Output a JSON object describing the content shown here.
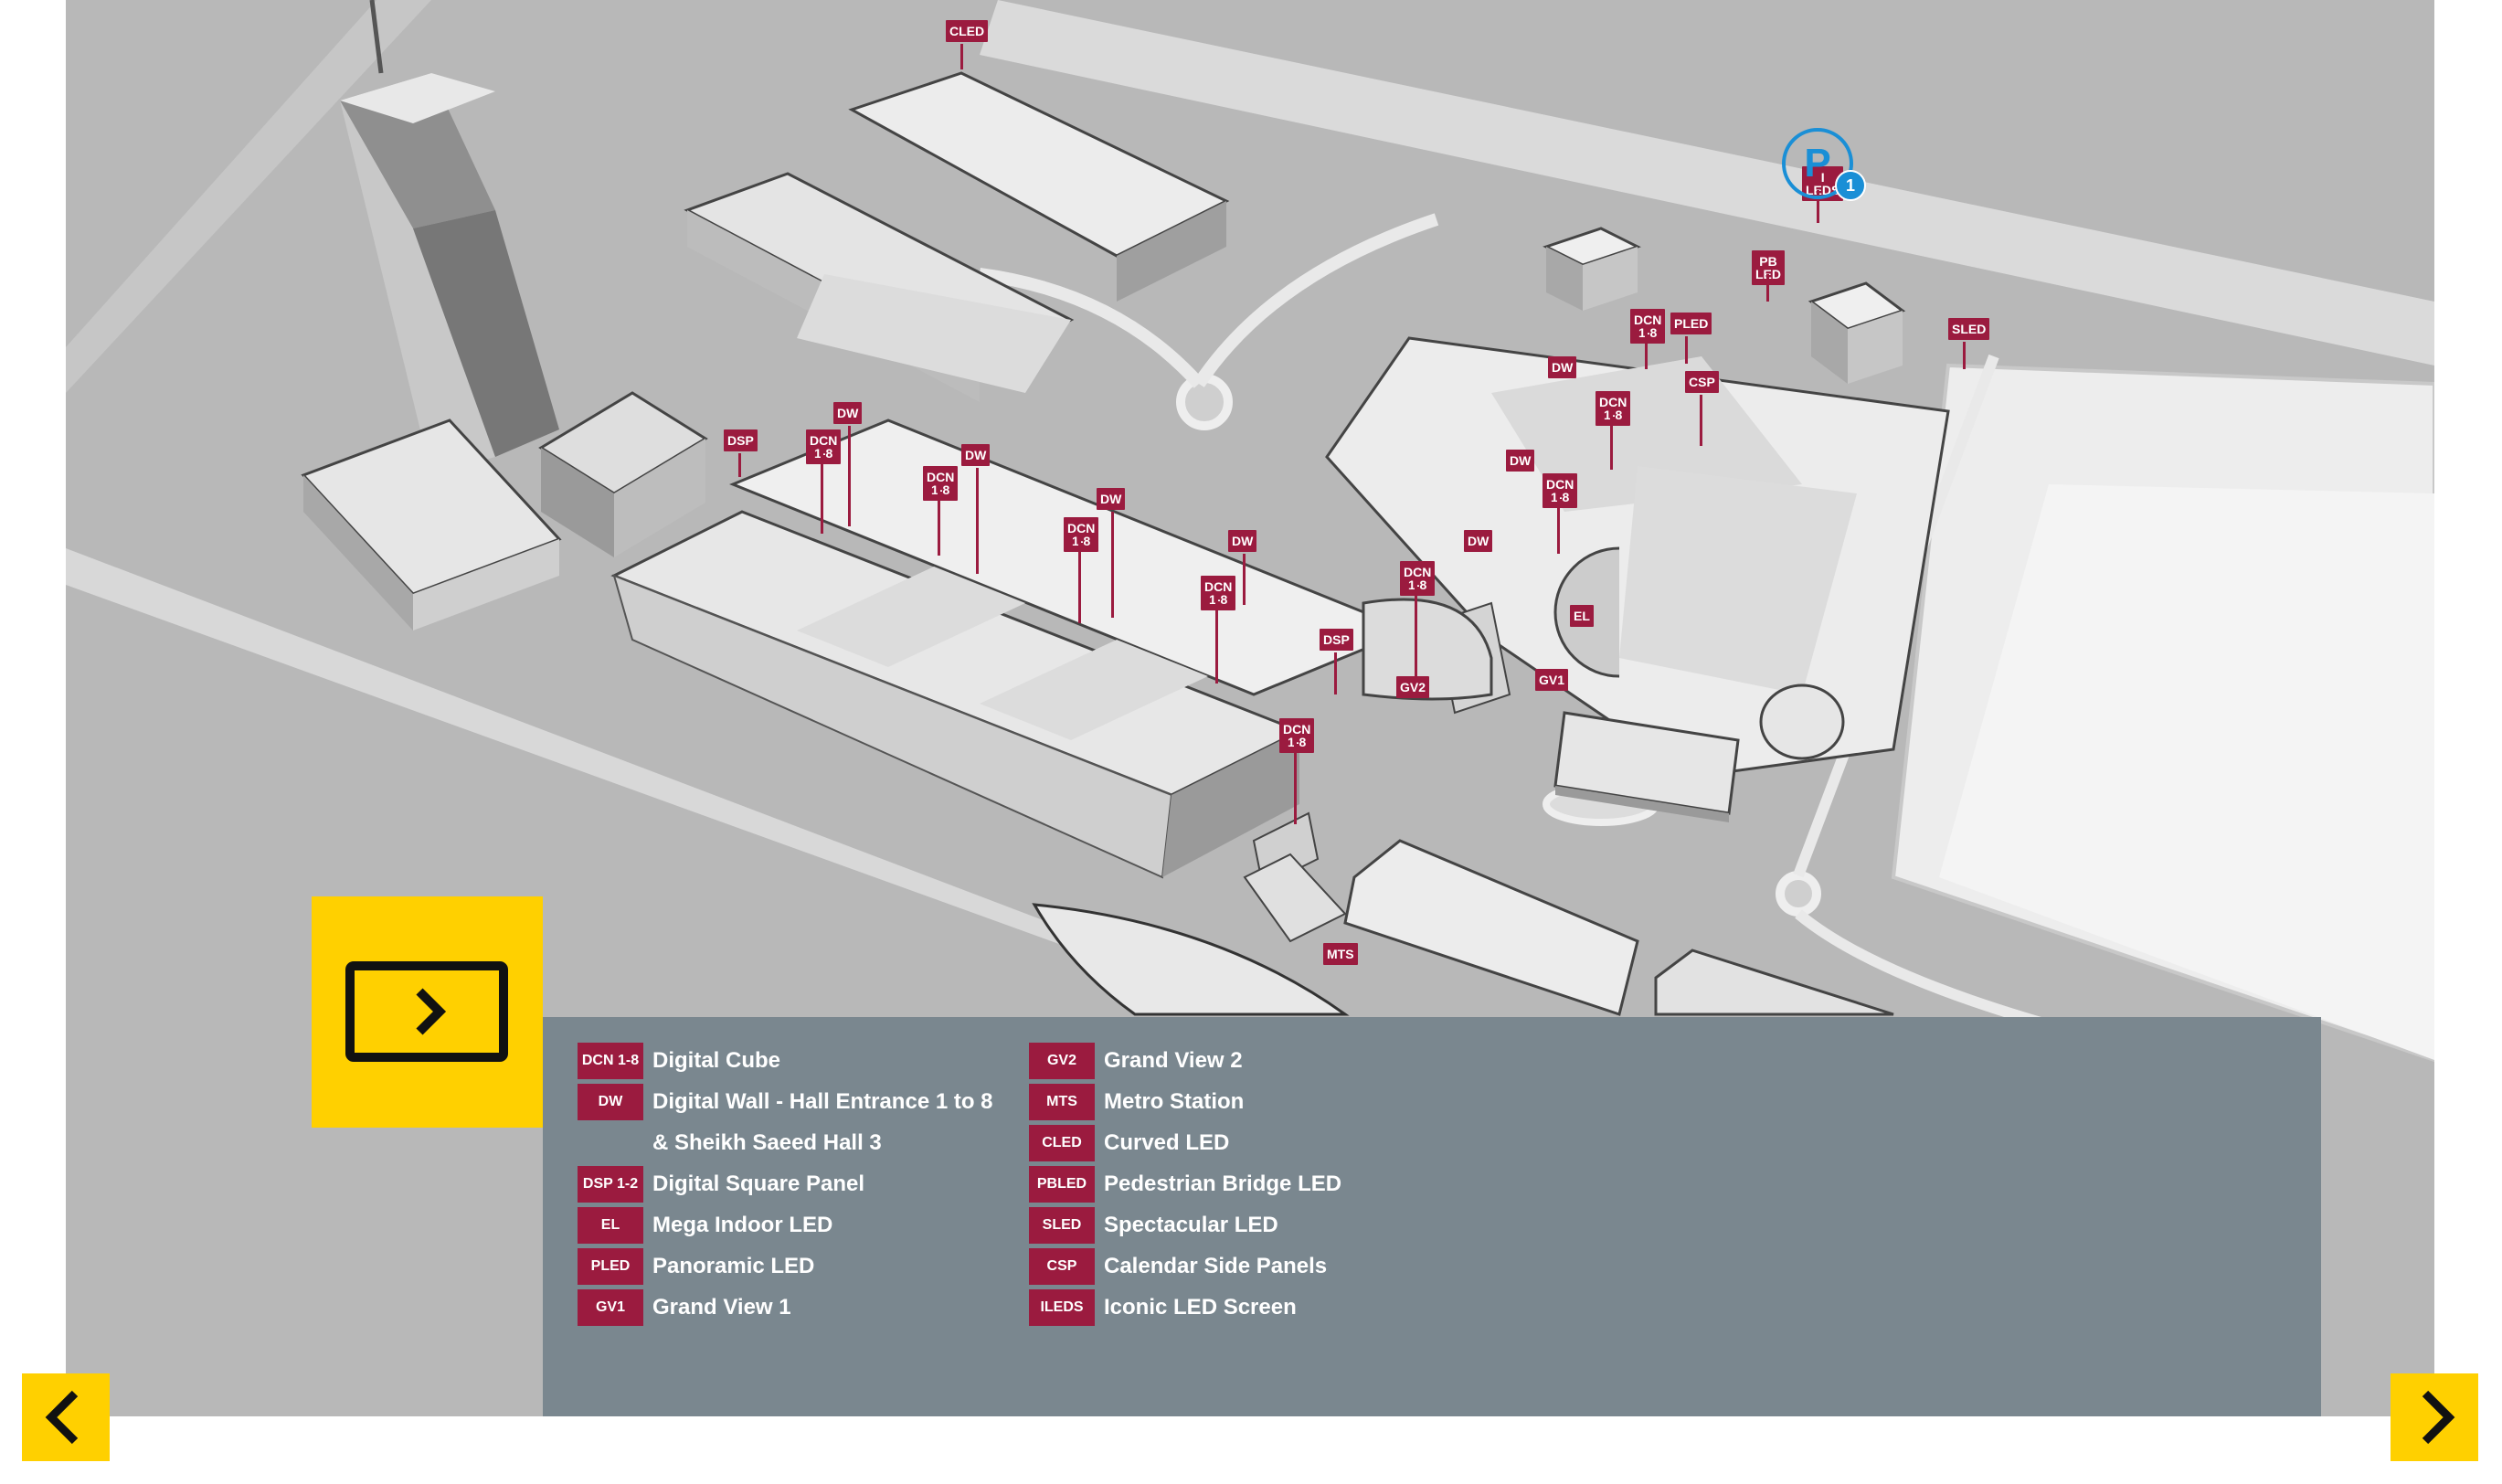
{
  "colors": {
    "marker": "#9b1b3f",
    "accent": "#ffd000",
    "legend_bg": "#7a878f",
    "parking": "#1a8fd6"
  },
  "parking": {
    "symbol": "P",
    "badge": "1",
    "icon": "parking-icon"
  },
  "map_markers": [
    {
      "code": "CLED"
    },
    {
      "code": "I\nLEDS"
    },
    {
      "code": "PB\nLED"
    },
    {
      "code": "SLED"
    },
    {
      "code": "DCN\n1-8"
    },
    {
      "code": "PLED"
    },
    {
      "code": "DW"
    },
    {
      "code": "CSP"
    },
    {
      "code": "DCN\n1-8"
    },
    {
      "code": "DW"
    },
    {
      "code": "DCN\n1-8"
    },
    {
      "code": "DW"
    },
    {
      "code": "DSP"
    },
    {
      "code": "DCN\n1-8"
    },
    {
      "code": "DW"
    },
    {
      "code": "DCN\n1-8"
    },
    {
      "code": "DW"
    },
    {
      "code": "DCN\n1-8"
    },
    {
      "code": "DW"
    },
    {
      "code": "DW"
    },
    {
      "code": "DCN\n1-8"
    },
    {
      "code": "DCN\n1-8"
    },
    {
      "code": "EL"
    },
    {
      "code": "DSP"
    },
    {
      "code": "GV2"
    },
    {
      "code": "GV1"
    },
    {
      "code": "DCN\n1-8"
    },
    {
      "code": "MTS"
    }
  ],
  "legend": {
    "left": [
      {
        "code": "DCN 1-8",
        "label": "Digital Cube"
      },
      {
        "code": "DW",
        "label": "Digital Wall - Hall Entrance 1 to 8"
      },
      {
        "code": "",
        "label": "& Sheikh Saeed Hall 3"
      },
      {
        "code": "DSP 1-2",
        "label": "Digital Square Panel"
      },
      {
        "code": "EL",
        "label": "Mega Indoor LED"
      },
      {
        "code": "PLED",
        "label": "Panoramic LED"
      },
      {
        "code": "GV1",
        "label": "Grand View 1"
      }
    ],
    "right": [
      {
        "code": "GV2",
        "label": "Grand View 2"
      },
      {
        "code": "MTS",
        "label": "Metro Station"
      },
      {
        "code": "CLED",
        "label": "Curved LED"
      },
      {
        "code": "PBLED",
        "label": "Pedestrian Bridge LED"
      },
      {
        "code": "SLED",
        "label": "Spectacular LED"
      },
      {
        "code": "CSP",
        "label": "Calendar Side Panels"
      },
      {
        "code": "ILEDS",
        "label": "Iconic LED Screen"
      }
    ]
  },
  "controls": {
    "play_icon": "play-icon",
    "prev_icon": "chevron-left-icon",
    "next_icon": "chevron-right-icon"
  }
}
